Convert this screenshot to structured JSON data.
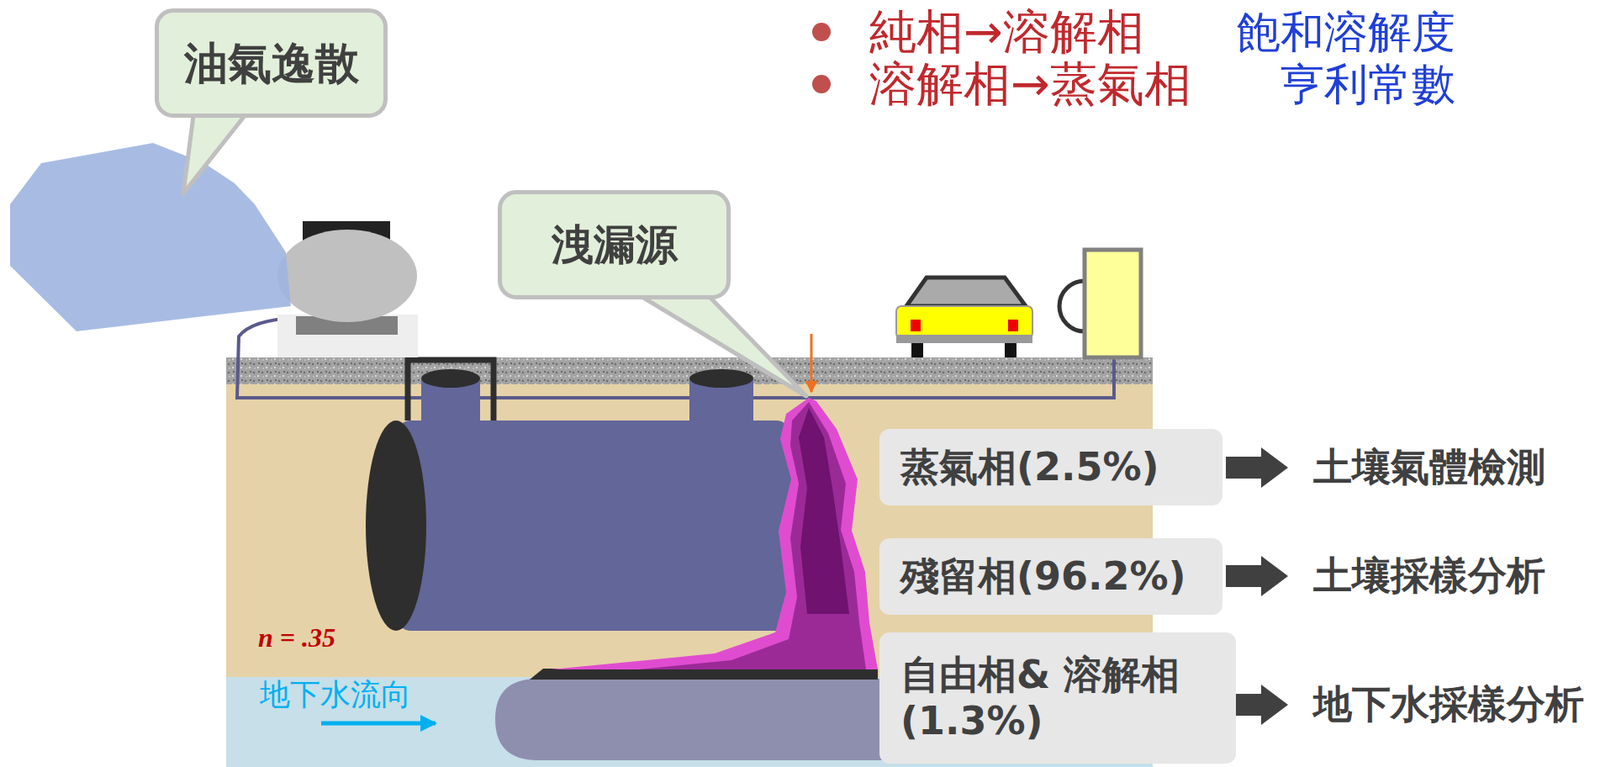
{
  "diagram": {
    "nodes": [
      {
        "text": [
          "油氣逸散"
        ]
      },
      {
        "text": [
          "洩漏源"
        ]
      },
      {
        "text": [
          "蒸氣相(2.5%)"
        ]
      },
      {
        "text": [
          "殘留相(96.2%)"
        ]
      },
      {
        "text": [
          "自由相& 溶解相(1.3%)"
        ]
      }
    ],
    "labels": [
      "純相→溶解相",
      "飽和溶解度",
      "溶解相→蒸氣相",
      "亨利常數",
      "n = .35",
      "地下水流向",
      "土壤氣體檢測",
      "土壤採樣分析",
      "地下水採樣分析"
    ]
  }
}
